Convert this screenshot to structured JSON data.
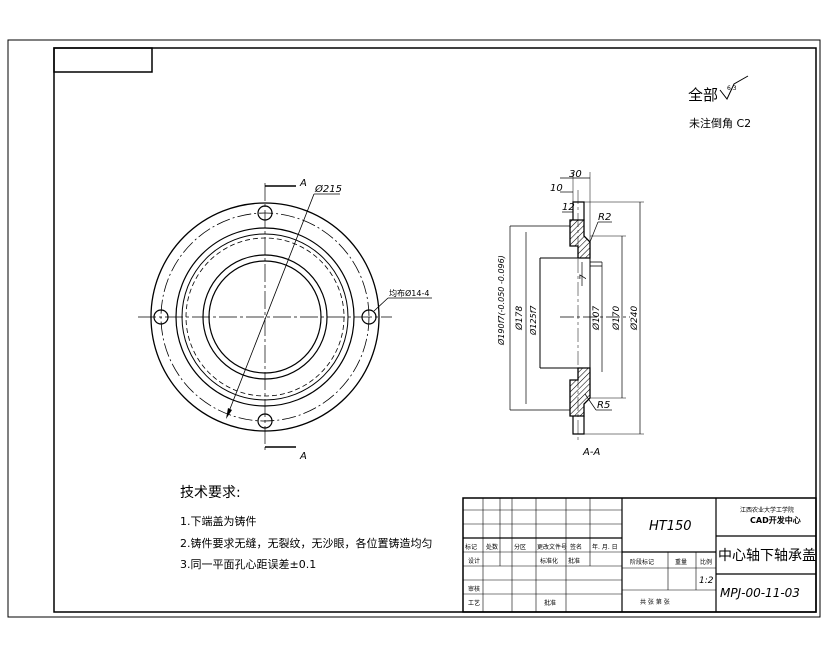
{
  "roughness": {
    "scope": "全部",
    "value": "6.3"
  },
  "chamfer_note": "未注倒角  C2",
  "section": {
    "marker": "A",
    "title": "A-A"
  },
  "front_view": {
    "dia_215": "Ø215",
    "holes": "均布Ø14-4"
  },
  "section_dims": {
    "w30": "30",
    "w10": "10",
    "w12": "12",
    "r2": "R2",
    "r5": "R5",
    "d7": "7",
    "dia190": "Ø190f7(-0.050 -0.096)",
    "dia178": "Ø178",
    "dia125": "Ø125f7",
    "dia107": "Ø107",
    "dia170": "Ø170",
    "dia240": "Ø240"
  },
  "tech_requirements": {
    "heading": "技术要求:",
    "items": [
      "1.下端盖为铸件",
      "2.铸件要求无缝，无裂纹，无沙眼，各位置铸造均匀",
      "3.同一平面孔心距误差±0.1"
    ]
  },
  "title_block": {
    "material": "HT150",
    "school_line1": "江西农业大学工学院",
    "school_line2": "CAD开发中心",
    "part_name": "中心轴下轴承盖",
    "drawing_no": "MPJ-00-11-03",
    "scale": "1:2",
    "labels": {
      "mark": "标记",
      "count": "处数",
      "zone": "分区",
      "doc_no": "更改文件号",
      "sign": "签名",
      "date": "年. 月. 日",
      "design": "设计",
      "standardize": "标准化",
      "approve": "批准",
      "stage_mark": "阶段标记",
      "weight": "重量",
      "ratio": "比例",
      "review": "审核",
      "process": "工艺",
      "sheets": "共    张    第    张"
    }
  }
}
